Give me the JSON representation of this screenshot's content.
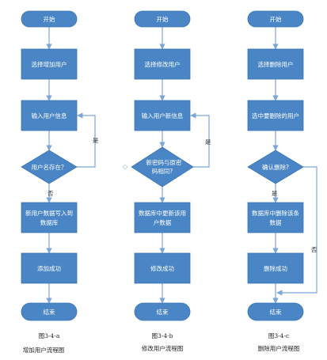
{
  "colors": {
    "node_fill": "#4a86c6",
    "node_stroke": "#3a74b4",
    "edge": "#7aa6d8",
    "text": "#ffffff"
  },
  "flow_a": {
    "start": "开始",
    "step1": "选择增加用户",
    "step2": "输入用户信息",
    "decision": "用户名存在？",
    "yes": "是",
    "no": "否",
    "step3_line1": "新用户数据写入到",
    "step3_line2": "数据库",
    "step4": "添加成功",
    "end": "结束",
    "fig": "图3-4-a",
    "caption": "增加用户流程图"
  },
  "flow_b": {
    "start": "开始",
    "step1": "选择修改用户",
    "step2": "输入用户新信息",
    "decision_line1": "新密码与原密",
    "decision_line2": "码相同?",
    "yes": "是",
    "step3_line1": "数据库中更新该用",
    "step3_line2": "户数据",
    "step4": "修改成功",
    "end": "结束",
    "fig": "图3-4-b",
    "caption": "修改用户流程图"
  },
  "flow_c": {
    "start": "开始",
    "step1": "选择删除用户",
    "step2": "选中要删除的用户",
    "decision": "确认删除?",
    "yes": "是",
    "no": "否",
    "step3_line1": "数据库中删除该条",
    "step3_line2": "数据",
    "step4": "删除成功",
    "end": "结束",
    "fig": "图3-4-c",
    "caption": "删除用户流程图"
  }
}
